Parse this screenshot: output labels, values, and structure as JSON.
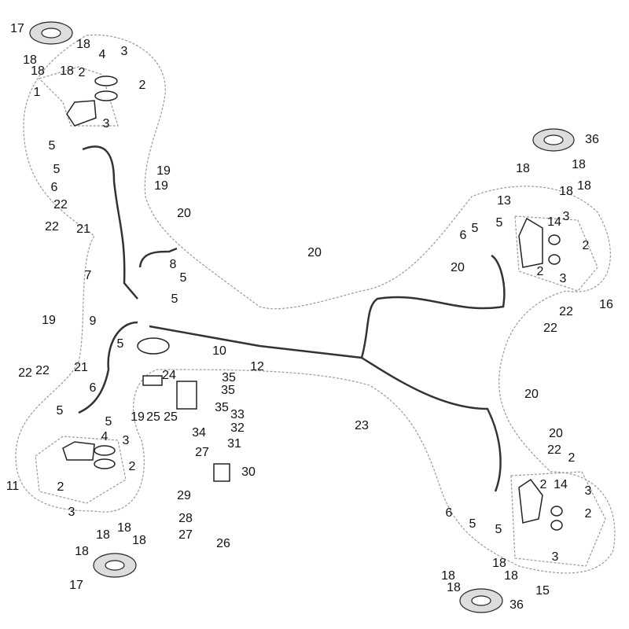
{
  "diagram": {
    "type": "exploded parts diagram - brake system",
    "callouts": [
      "17",
      "18",
      "18",
      "18",
      "18",
      "1",
      "4",
      "3",
      "2",
      "2",
      "3",
      "5",
      "5",
      "6",
      "19",
      "19",
      "20",
      "22",
      "22",
      "21",
      "8",
      "5",
      "7",
      "5",
      "19",
      "9",
      "5",
      "10",
      "12",
      "22",
      "22",
      "21",
      "6",
      "5",
      "5",
      "4",
      "3",
      "2",
      "11",
      "2",
      "3",
      "18",
      "18",
      "18",
      "18",
      "17",
      "24",
      "35",
      "35",
      "35",
      "33",
      "32",
      "31",
      "34",
      "19",
      "25",
      "25",
      "27",
      "30",
      "29",
      "28",
      "27",
      "26",
      "20",
      "20",
      "23",
      "36",
      "18",
      "18",
      "18",
      "18",
      "13",
      "5",
      "5",
      "14",
      "3",
      "6",
      "2",
      "20",
      "2",
      "3",
      "16",
      "22",
      "22",
      "20",
      "22",
      "2",
      "2",
      "14",
      "3",
      "2",
      "6",
      "5",
      "5",
      "3",
      "15",
      "18",
      "18",
      "18",
      "18",
      "36"
    ]
  }
}
